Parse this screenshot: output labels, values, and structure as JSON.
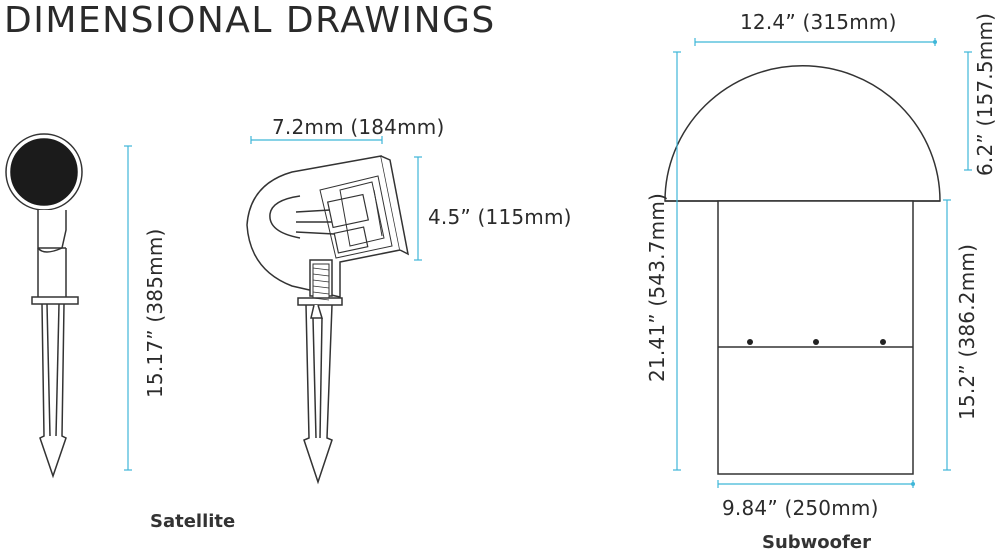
{
  "page": {
    "title": "DIMENSIONAL DRAWINGS"
  },
  "satellite": {
    "caption": "Satellite",
    "height_label": "15.17” (385mm)",
    "width_label": "7.2mm (184mm)",
    "depth_label": "4.5” (115mm)"
  },
  "subwoofer": {
    "caption": "Subwoofer",
    "top_width_label": "12.4” (315mm)",
    "cap_height_label": "6.2” (157.5mm)",
    "total_height_label": "21.41” (543.7mm)",
    "body_height_label": "15.2” (386.2mm)",
    "bottom_width_label": "9.84” (250mm)"
  },
  "colors": {
    "dimension_line": "#3fb6d8",
    "outline": "#333333"
  }
}
